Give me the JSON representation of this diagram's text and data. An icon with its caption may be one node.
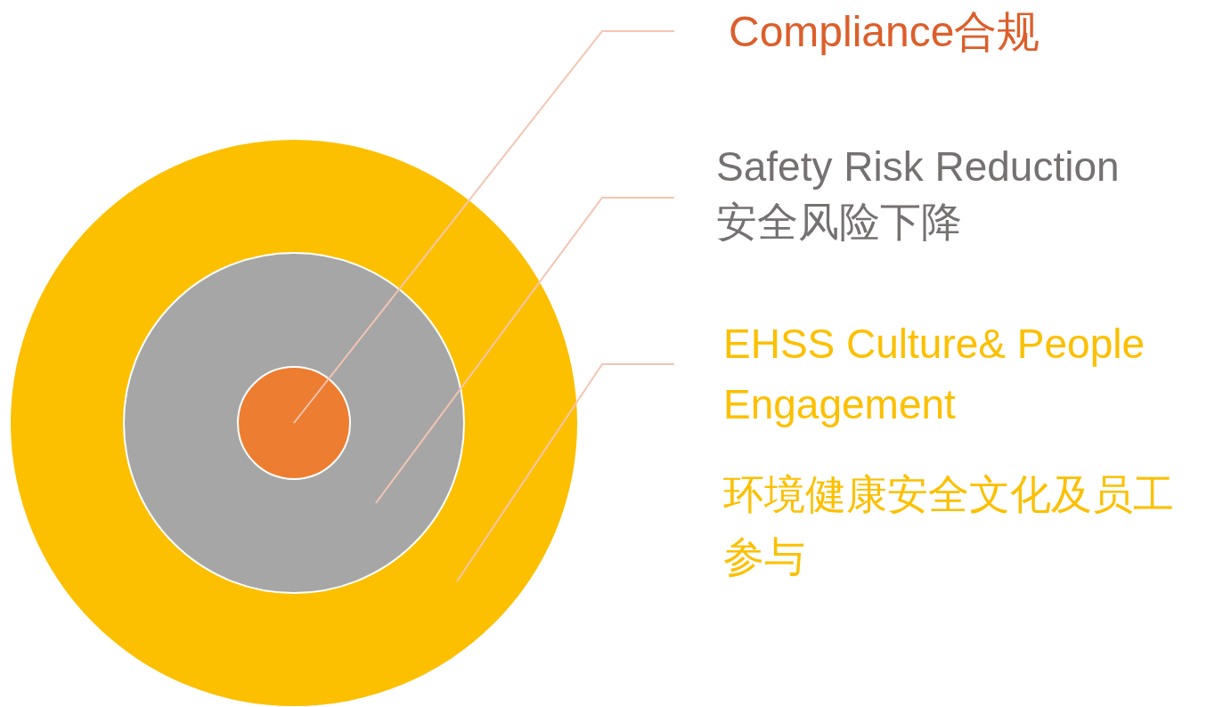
{
  "diagram": {
    "nodes": [
      {
        "text": [],
        "shape": "circle"
      },
      {
        "text": [],
        "shape": "circle",
        "in": 0
      },
      {
        "text": [],
        "shape": "circle",
        "in": 1
      },
      {
        "text": [
          "Compliance合规"
        ]
      },
      {
        "text": [
          "Safety Risk Reduction",
          "安全风险下降"
        ]
      },
      {
        "text": [
          "EHSS Culture& People Engagement",
          "环境健康安全文化及员工参与"
        ]
      }
    ],
    "edges": [
      {
        "from": 3,
        "to": 2,
        "arrow": "none"
      },
      {
        "from": 4,
        "to": 1,
        "arrow": "none"
      },
      {
        "from": 5,
        "to": 0,
        "arrow": "none"
      }
    ]
  }
}
